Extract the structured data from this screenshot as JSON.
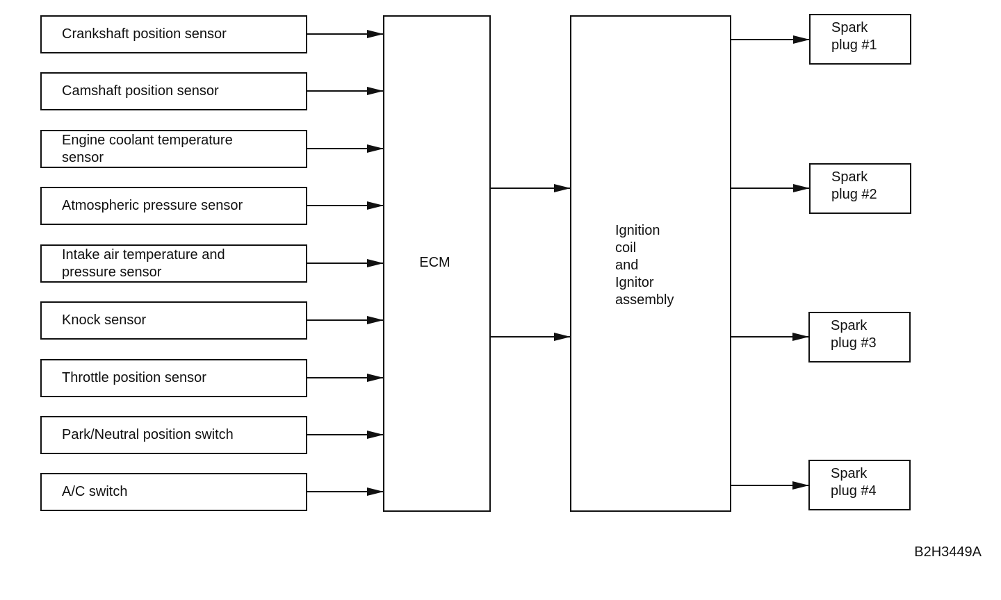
{
  "sensors": [
    {
      "label": "Crankshaft position sensor"
    },
    {
      "label": "Camshaft position sensor"
    },
    {
      "label": "Engine coolant temperature\nsensor"
    },
    {
      "label": "Atmospheric pressure sensor"
    },
    {
      "label": "Intake air temperature and\npressure sensor"
    },
    {
      "label": "Knock sensor"
    },
    {
      "label": "Throttle position sensor"
    },
    {
      "label": "Park/Neutral position switch"
    },
    {
      "label": "A/C switch"
    }
  ],
  "ecm": {
    "label": "ECM"
  },
  "ignition": {
    "label": "Ignition\ncoil\nand\nIgnitor\nassembly"
  },
  "spark_plugs": [
    {
      "label": "Spark\nplug #1"
    },
    {
      "label": "Spark\nplug #2"
    },
    {
      "label": "Spark\nplug #3"
    },
    {
      "label": "Spark\nplug #4"
    }
  ],
  "figure_code": "B2H3449A"
}
